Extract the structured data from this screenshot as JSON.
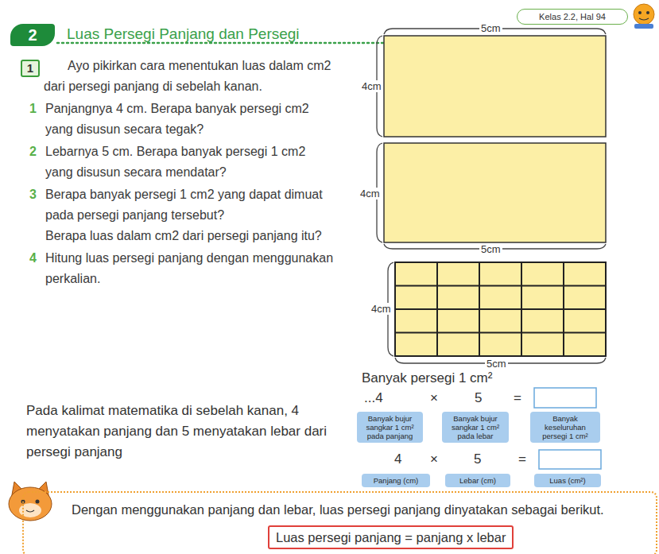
{
  "diagram": {
    "title": "Luas Persegi Panjang dan Persegi",
    "nodes": [
      {
        "text": [
          "2"
        ]
      },
      {
        "text": [
          "Kelas 2.2, Hal 94"
        ]
      },
      {
        "text": [
          "1"
        ]
      },
      {
        "text": [
          "Banyak bujur sangkar 1 cm² pada panjang"
        ]
      },
      {
        "text": [
          "Banyak bujur sangkar 1 cm² pada lebar"
        ]
      },
      {
        "text": [
          "Banyak keseluruhan persegi 1 cm²"
        ]
      },
      {
        "text": [
          "Panjang (cm)"
        ]
      },
      {
        "text": [
          "Lebar (cm)"
        ]
      },
      {
        "text": [
          "Luas (cm²)"
        ]
      },
      {
        "text": [
          "Dengan menggunakan panjang dan lebar, luas persegi panjang dinyatakan sebagai berikut."
        ]
      },
      {
        "text": [
          "Luas persegi panjang = panjang x lebar"
        ],
        "in": 9
      }
    ],
    "labels": [
      "Ayo pikirkan cara menentukan luas dalam cm2 dari persegi panjang di sebelah kanan.",
      "1",
      "Panjangnya 4 cm. Berapa banyak persegi cm2 yang disusun secara tegak?",
      "2",
      "Lebarnya 5 cm. Berapa banyak persegi 1 cm2 yang disusun secara mendatar?",
      "3",
      "Berapa banyak persegi 1 cm2 yang dapat dimuat pada persegi panjang tersebut?",
      "Berapa luas dalam cm2 dari persegi panjang itu?",
      "4",
      "Hitung luas persegi panjang dengan menggunakan perkalian.",
      "Pada kalimat matematika di sebelah kanan, 4 menyatakan panjang dan 5 menyatakan lebar dari persegi panjang",
      "5cm",
      "4cm",
      "4cm",
      "5cm",
      "4cm",
      "5cm",
      "Banyak persegi 1 cm²",
      "...4",
      "×",
      "5",
      "=",
      "4",
      "×",
      "5",
      "="
    ]
  }
}
